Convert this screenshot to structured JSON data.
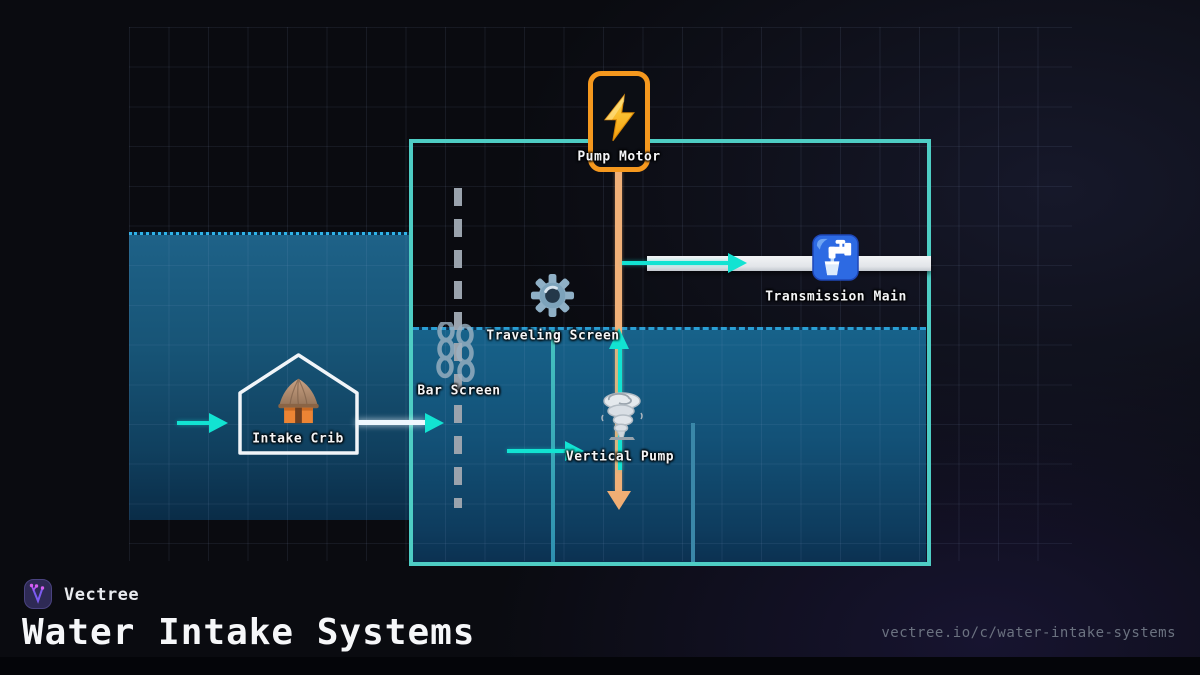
{
  "footer": {
    "brand": "Vectree",
    "title": "Water Intake Systems",
    "url": "vectree.io/c/water-intake-systems"
  },
  "diagram": {
    "labels": {
      "pump_motor": "Pump Motor",
      "transmission_main": "Transmission Main",
      "traveling_screen": "Traveling Screen",
      "bar_screen": "Bar Screen",
      "intake_crib": "Intake Crib",
      "vertical_pump": "Vertical Pump"
    },
    "icons": {
      "pump_motor": "lightning-bolt-icon",
      "transmission_main": "potable-water-icon",
      "traveling_screen": "gear-icon",
      "bar_screen": "chain-icon",
      "intake_crib": "hut-icon",
      "vertical_pump": "tornado-icon",
      "brand": "vectree-logo-icon"
    },
    "colors": {
      "structure_outline": "#4ecdc4",
      "flow_arrow_cyan": "#12e3d2",
      "pump_shaft_orange": "#f0b078",
      "motor_box_orange": "#f5981e",
      "lake_surface_dots": "#2fb3e8",
      "well_waterline_dashes": "#2a9fd4",
      "water_top": "#1e6288",
      "water_bottom": "#0a2c47",
      "pipe_gray": "#e6e8ea",
      "bar_screen_gray": "#9aa3ad",
      "label_text": "#f3f4f6",
      "url_text": "#6b7280"
    }
  }
}
